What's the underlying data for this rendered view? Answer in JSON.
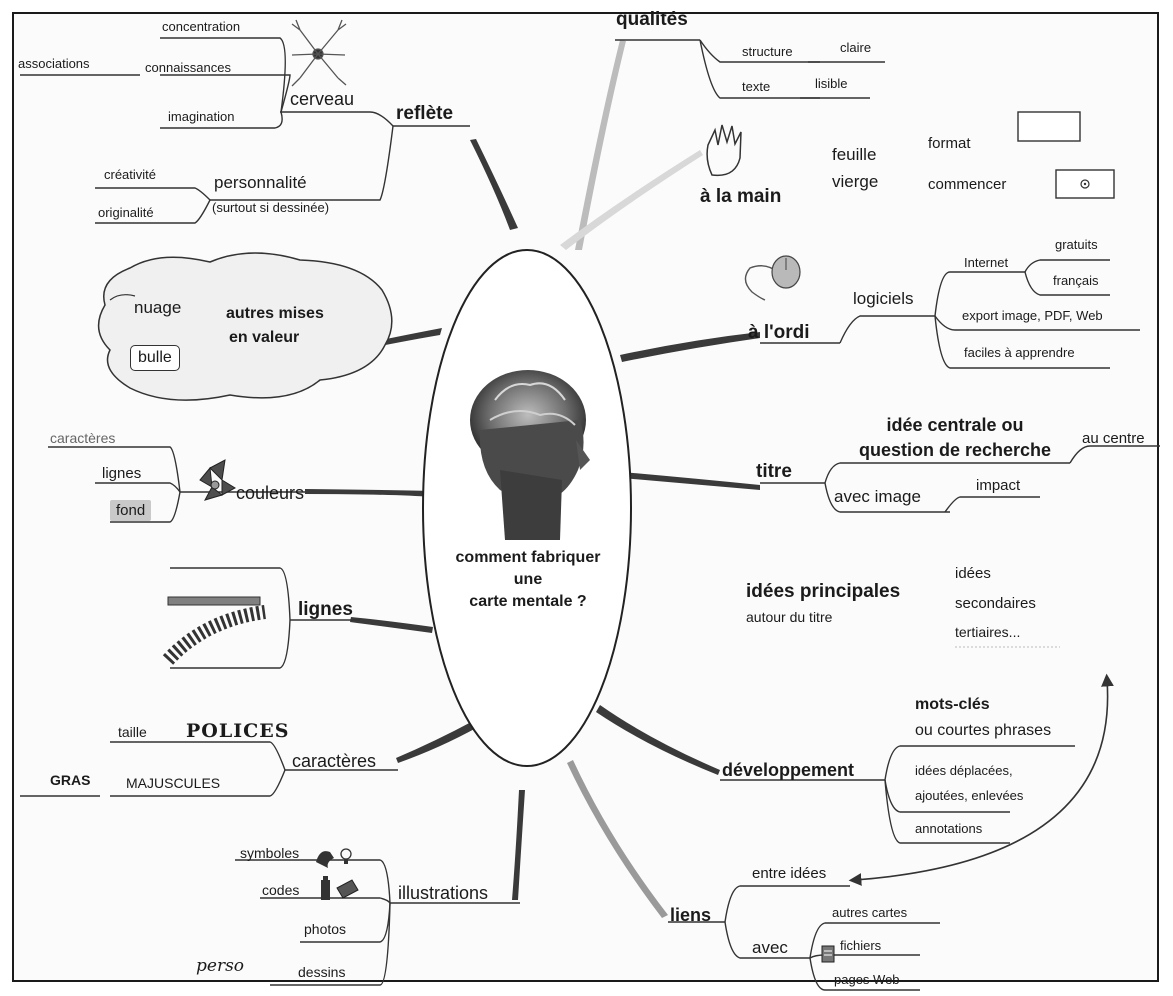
{
  "center": {
    "title_line1": "comment fabriquer",
    "title_line2": "une",
    "title_line3": "carte mentale ?",
    "image_icon": "human-head-brain-icon"
  },
  "reflete": {
    "label": "reflète",
    "cerveau": {
      "label": "cerveau",
      "icon": "neuron-icon",
      "concentration": "concentration",
      "connaissances": "connaissances",
      "associations": "associations",
      "imagination": "imagination"
    },
    "personnalite": {
      "label": "personnalité",
      "sub": "(surtout si dessinée)",
      "creativite": "créativité",
      "originalite": "originalité"
    }
  },
  "mises_en_valeur": {
    "label_line1": "autres mises",
    "label_line2": "en valeur",
    "nuage": "nuage",
    "bulle": "bulle"
  },
  "couleurs": {
    "label": "couleurs",
    "icon": "flower-icon",
    "caracteres": "caractères",
    "lignes": "lignes",
    "fond": "fond"
  },
  "lignes_branch": {
    "label": "lignes"
  },
  "caracteres_branch": {
    "label": "caractères",
    "taille": "taille",
    "polices": "POLICES",
    "majuscules": "MAJUSCULES",
    "gras": "GRAS"
  },
  "illustrations": {
    "label": "illustrations",
    "symboles": "symboles",
    "codes": "codes",
    "photos": "photos",
    "dessins": "dessins",
    "perso": "perso",
    "symbol_icons": "phone-bulb-icon",
    "code_icons": "battery-pencil-icon"
  },
  "qualites": {
    "label": "qualités",
    "structure": "structure",
    "claire": "claire",
    "texte": "texte",
    "lisible": "lisible"
  },
  "a_la_main": {
    "label": "à la main",
    "icon": "hand-icon",
    "feuille": "feuille",
    "vierge": "vierge",
    "format": "format",
    "commencer": "commencer"
  },
  "a_lordi": {
    "label": "à l'ordi",
    "icon": "computer-mouse-icon",
    "logiciels": "logiciels",
    "internet": "Internet",
    "gratuits": "gratuits",
    "francais": "français",
    "export": "export image, PDF, Web",
    "faciles": "faciles à apprendre"
  },
  "titre": {
    "label": "titre",
    "idee_line1": "idée centrale ou",
    "idee_line2": "question de recherche",
    "au_centre": "au centre",
    "avec_image": "avec image",
    "impact": "impact"
  },
  "idees": {
    "principales": "idées principales",
    "autour": "autour du titre",
    "idees": "idées",
    "secondaires": "secondaires",
    "tertiaires": "tertiaires..."
  },
  "developpement": {
    "label": "développement",
    "mots_cles": "mots-clés",
    "courtes": "ou courtes phrases",
    "deplacees_line1": "idées déplacées,",
    "deplacees_line2": "ajoutées, enlevées",
    "annotations": "annotations"
  },
  "liens": {
    "label": "liens",
    "entre_idees": "entre idées",
    "avec": "avec",
    "autres_cartes": "autres cartes",
    "fichiers": "fichiers",
    "pages_web": "pages Web",
    "fichiers_icon": "file-icon"
  }
}
